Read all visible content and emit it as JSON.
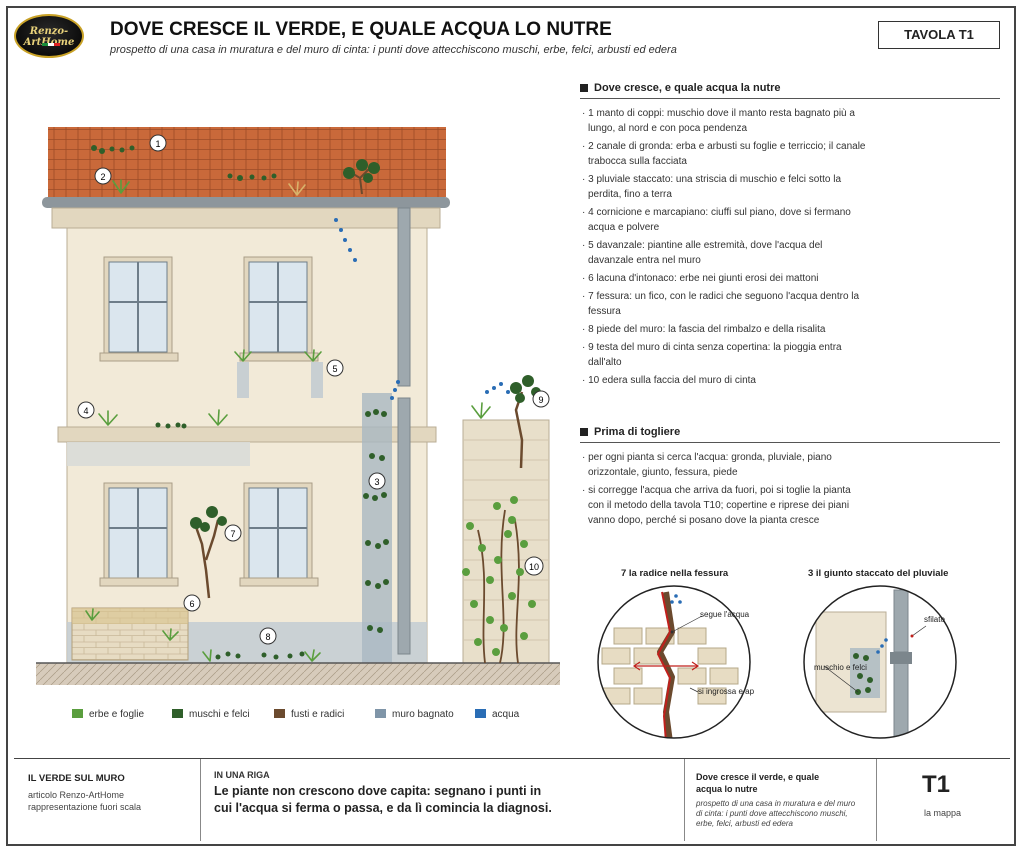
{
  "logo": {
    "text": "Renzo-ArtHome"
  },
  "header": {
    "title": "DOVE CRESCE IL VERDE, E QUALE ACQUA LO NUTRE",
    "subtitle": "prospetto di una casa in muratura e del muro di cinta: i punti dove attecchiscono muschi, erbe, felci, arbusti ed edera",
    "tavola": "TAVOLA T1"
  },
  "section1": {
    "heading": "Dove cresce, e quale acqua la nutre",
    "items": [
      "1 manto di coppi: muschio dove il manto resta bagnato più a lungo, al nord e con poca pendenza",
      "2 canale di gronda: erba e arbusti su foglie e terriccio; il canale trabocca sulla facciata",
      "3 pluviale staccato: una striscia di muschio e felci sotto la perdita, fino a terra",
      "4 cornicione e marcapiano: ciuffi sul piano, dove si fermano acqua e polvere",
      "5 davanzale: piantine alle estremità, dove l'acqua del davanzale entra nel muro",
      "6 lacuna d'intonaco: erbe nei giunti erosi dei mattoni",
      "7 fessura: un fico, con le radici che seguono l'acqua dentro la fessura",
      "8 piede del muro: la fascia del rimbalzo e della risalita",
      "9 testa del muro di cinta senza copertina: la pioggia entra dall'alto",
      "10 edera sulla faccia del muro di cinta"
    ]
  },
  "section2": {
    "heading": "Prima di togliere",
    "items": [
      "per ogni pianta si cerca l'acqua: gronda, pluviale, piano orizzontale, giunto, fessura, piede",
      "si corregge l'acqua che arriva da fuori, poi si toglie la pianta con il metodo della tavola T10; copertine e riprese dei piani vanno dopo, perché si posano dove la pianta cresce"
    ]
  },
  "details": {
    "d7": {
      "title": "7 la radice nella fessura",
      "label_a": "segue l'acqua",
      "label_b": "si ingrossa e apre"
    },
    "d3": {
      "title": "3 il giunto staccato del pluviale",
      "label_a": "sfilato",
      "label_b": "muschio e felci"
    }
  },
  "callouts": [
    "1",
    "2",
    "3",
    "4",
    "5",
    "6",
    "7",
    "8",
    "9",
    "10"
  ],
  "legend": [
    {
      "label": "erbe e foglie",
      "color": "#5a9e3e"
    },
    {
      "label": "muschi e felci",
      "color": "#2f5f2a"
    },
    {
      "label": "fusti e radici",
      "color": "#6b4a2e"
    },
    {
      "label": "muro bagnato",
      "color": "#7f95a8"
    },
    {
      "label": "acqua",
      "color": "#2a6db5"
    }
  ],
  "footer": {
    "left_title": "IL VERDE SUL MURO",
    "left_line1": "articolo Renzo-ArtHome",
    "left_line2": "rappresentazione fuori scala",
    "mid_heading": "IN UNA RIGA",
    "mid_text": "Le piante non crescono dove capita: segnano i punti in cui l'acqua si ferma o passa, e da lì comincia la diagnosi.",
    "right_title": "Dove cresce il verde, e quale acqua lo nutre",
    "right_desc": "prospetto di una casa in muratura e del muro di cinta: i punti dove attecchiscono muschi, erbe, felci, arbusti ed edera",
    "code": "T1",
    "code_label": "la mappa"
  }
}
